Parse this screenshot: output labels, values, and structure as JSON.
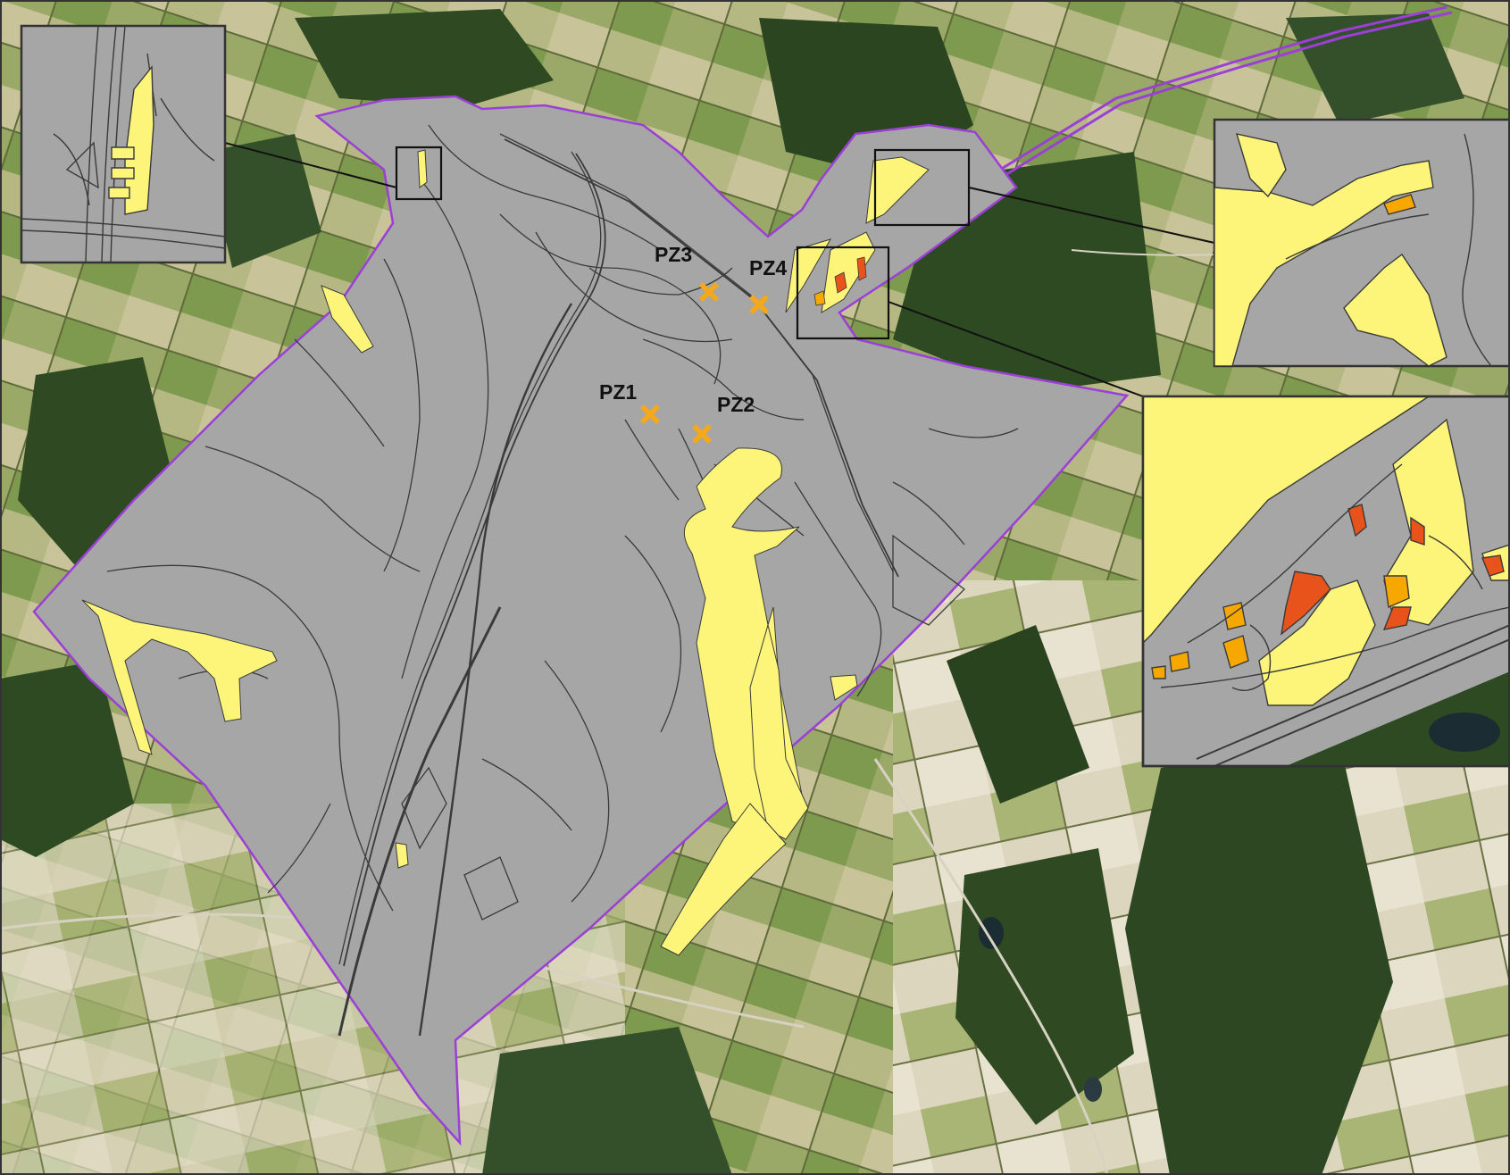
{
  "map": {
    "colors": {
      "study_area_fill": "#a6a6a6",
      "study_area_outline": "#9b3fd6",
      "zone_yellow": "#fdf57a",
      "zone_orange": "#f6a800",
      "zone_red": "#e8521b",
      "piezometer_marker": "#f5a91a",
      "linework": "#3a3a3a",
      "imagery_forest": "#2f4a22",
      "imagery_field": "#8fa35c",
      "imagery_bare": "#d9cfb8"
    },
    "piezometers": [
      {
        "label": "PZ1",
        "icon": "cross-marker-icon"
      },
      {
        "label": "PZ2",
        "icon": "cross-marker-icon"
      },
      {
        "label": "PZ3",
        "icon": "cross-marker-icon"
      },
      {
        "label": "PZ4",
        "icon": "cross-marker-icon"
      }
    ],
    "insets": [
      {
        "name": "north-inset",
        "icon": "zoom-inset"
      },
      {
        "name": "north-east-inset",
        "icon": "zoom-inset"
      },
      {
        "name": "east-inset",
        "icon": "zoom-inset"
      }
    ]
  }
}
